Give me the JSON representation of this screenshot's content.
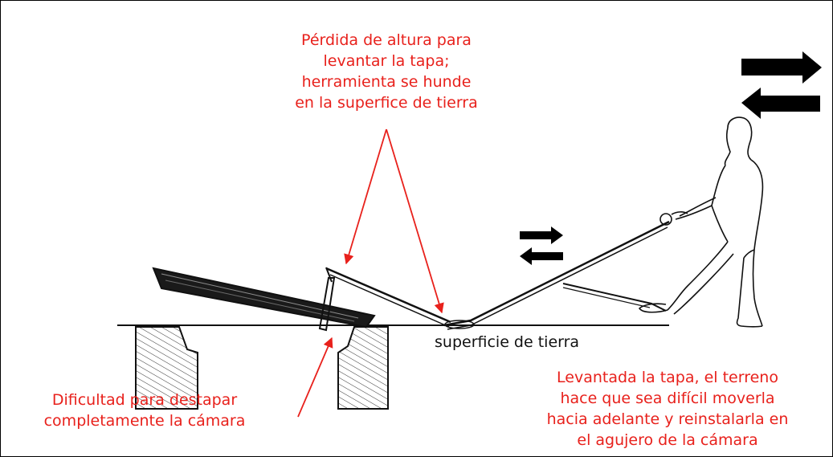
{
  "annotations": {
    "top": [
      "Pérdida de altura para",
      "levantar la tapa;",
      "herramienta se hunde",
      "en la superfice de tierra"
    ],
    "ground": "superficie de tierra",
    "bottom_left": [
      "Dificultad para destapar",
      "completamente la cámara"
    ],
    "bottom_right": [
      "Levantada la tapa, el terreno",
      "hace que sea difícil moverla",
      "hacia adelante y reinstalarla en",
      "el agujero de la cámara"
    ]
  },
  "colors": {
    "annotation": "#e8211c",
    "ink": "#111111"
  },
  "icons": [
    "double-arrow-icon-large",
    "double-arrow-icon-small"
  ]
}
